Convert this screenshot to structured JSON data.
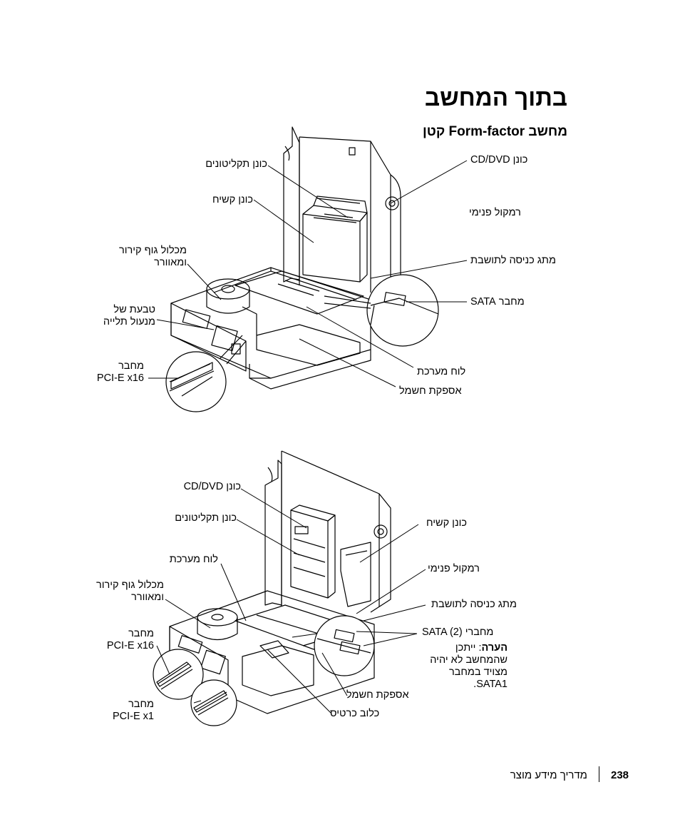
{
  "page": {
    "title": "בתוך המחשב",
    "subtitle": "מחשב Form-factor קטן"
  },
  "figure1": {
    "labels": {
      "optical_drive": "כונן תקליטונים",
      "hard_drive": "כונן קשיח",
      "heatsink": "מכלול גוף קירור ומאוורר",
      "cover_release": "טבעת של מנעול תלייה",
      "pcie_x16_line1": "מחבר",
      "pcie_x16_line2": "PCI-E x16",
      "cd_dvd": "כונן CD/DVD",
      "speaker": "רמקול פנימי",
      "intrusion_switch": "מתג כניסה לתושבת",
      "sata": "מחבר SATA",
      "system_board": "לוח מערכת",
      "power_supply": "אספקת חשמל"
    }
  },
  "figure2": {
    "labels": {
      "cd_dvd": "כונן CD/DVD",
      "floppy": "כונן תקליטונים",
      "system_board": "לוח מערכת",
      "heatsink": "מכלול גוף קירור ומאוורר",
      "pcie_x16_line1": "מחבר",
      "pcie_x16_line2": "PCI-E x16",
      "pcie_x1_line1": "מחבר",
      "pcie_x1_line2": "PCI-E x1",
      "hard_drive": "כונן קשיח",
      "speaker": "רמקול פנימי",
      "intrusion_switch": "מתג כניסה לתושבת",
      "sata": "מחברי SATA (2)",
      "note_label": "הערה",
      "note_line1": ": ייתכן",
      "note_line2": "שהמחשב לא יהיה",
      "note_line3": "מצויד במחבר",
      "note_line4": "SATA1.",
      "power_supply": "אספקת חשמל",
      "card_cage": "כלוב כרטיס"
    }
  },
  "footer": {
    "page_number": "238",
    "doc_title": "מדריך מידע מוצר"
  }
}
